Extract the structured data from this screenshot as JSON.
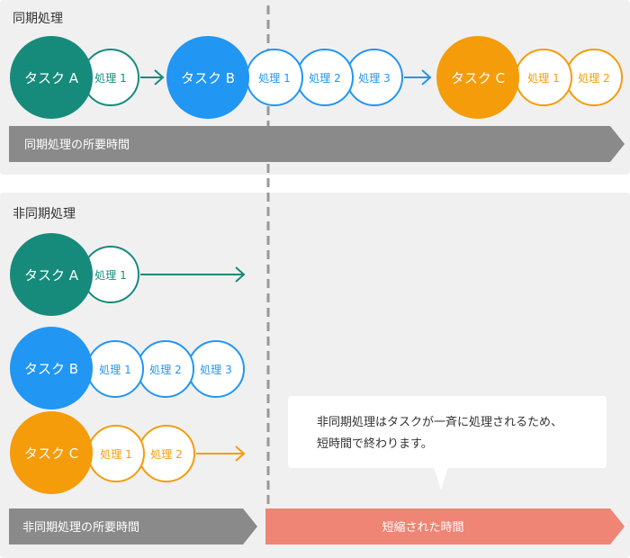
{
  "sync": {
    "title": "同期処理",
    "duration_label": "同期処理の所要時間",
    "tasks": [
      {
        "name": "タスク A",
        "steps": [
          "処理 1"
        ],
        "color": "#168b7b"
      },
      {
        "name": "タスク B",
        "steps": [
          "処理 1",
          "処理 2",
          "処理 3"
        ],
        "color": "#2196f3"
      },
      {
        "name": "タスク C",
        "steps": [
          "処理 1",
          "処理 2"
        ],
        "color": "#f59c0b"
      }
    ]
  },
  "async": {
    "title": "非同期処理",
    "duration_label": "非同期処理の所要時間",
    "saved_label": "短縮された時間",
    "tasks": [
      {
        "name": "タスク A",
        "steps": [
          "処理 1"
        ],
        "color": "#168b7b"
      },
      {
        "name": "タスク B",
        "steps": [
          "処理 1",
          "処理 2",
          "処理 3"
        ],
        "color": "#2196f3"
      },
      {
        "name": "タスク C",
        "steps": [
          "処理 1",
          "処理 2"
        ],
        "color": "#f59c0b"
      }
    ]
  },
  "note": {
    "line1": "非同期処理はタスクが一斉に処理されるため、",
    "line2": "短時間で終わります。"
  },
  "colors": {
    "panel": "#f0f0f0",
    "duration_bar": "#8a8a8a",
    "saved_bar": "#ee8575",
    "divider": "#999999"
  }
}
